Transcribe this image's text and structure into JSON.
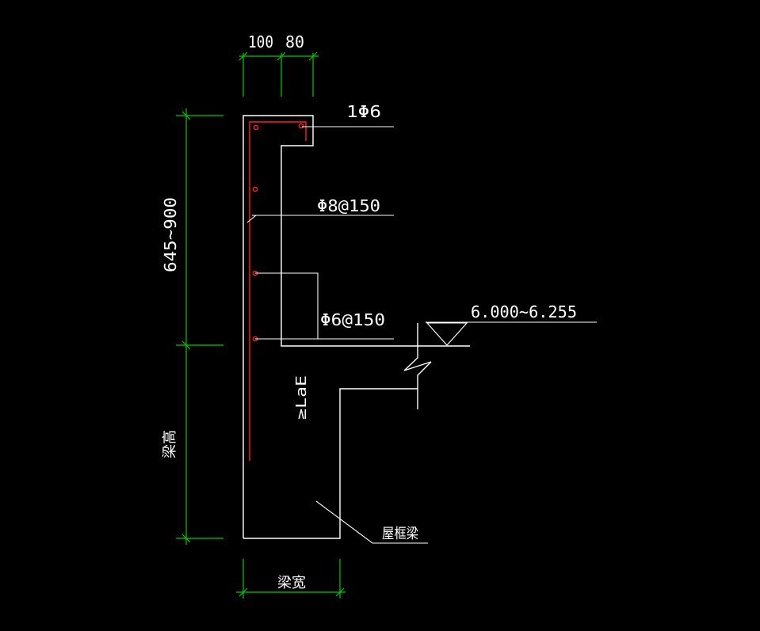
{
  "colors": {
    "background": "#000000",
    "outline": "#ffffff",
    "dimension": "#00cc00",
    "rebar": "#ff2020"
  },
  "dimensions": {
    "top_left": "100",
    "top_right": "80",
    "vertical_upper": "645~900",
    "vertical_lower": "梁高",
    "bottom": "梁宽"
  },
  "annotations": {
    "top_bar": "1Φ6",
    "vertical_bar": "Φ8@150",
    "stirrup": "Φ6@150",
    "elevation": "6.000~6.255",
    "anchorage": "≥LaE",
    "beam_label": "屋框梁"
  }
}
